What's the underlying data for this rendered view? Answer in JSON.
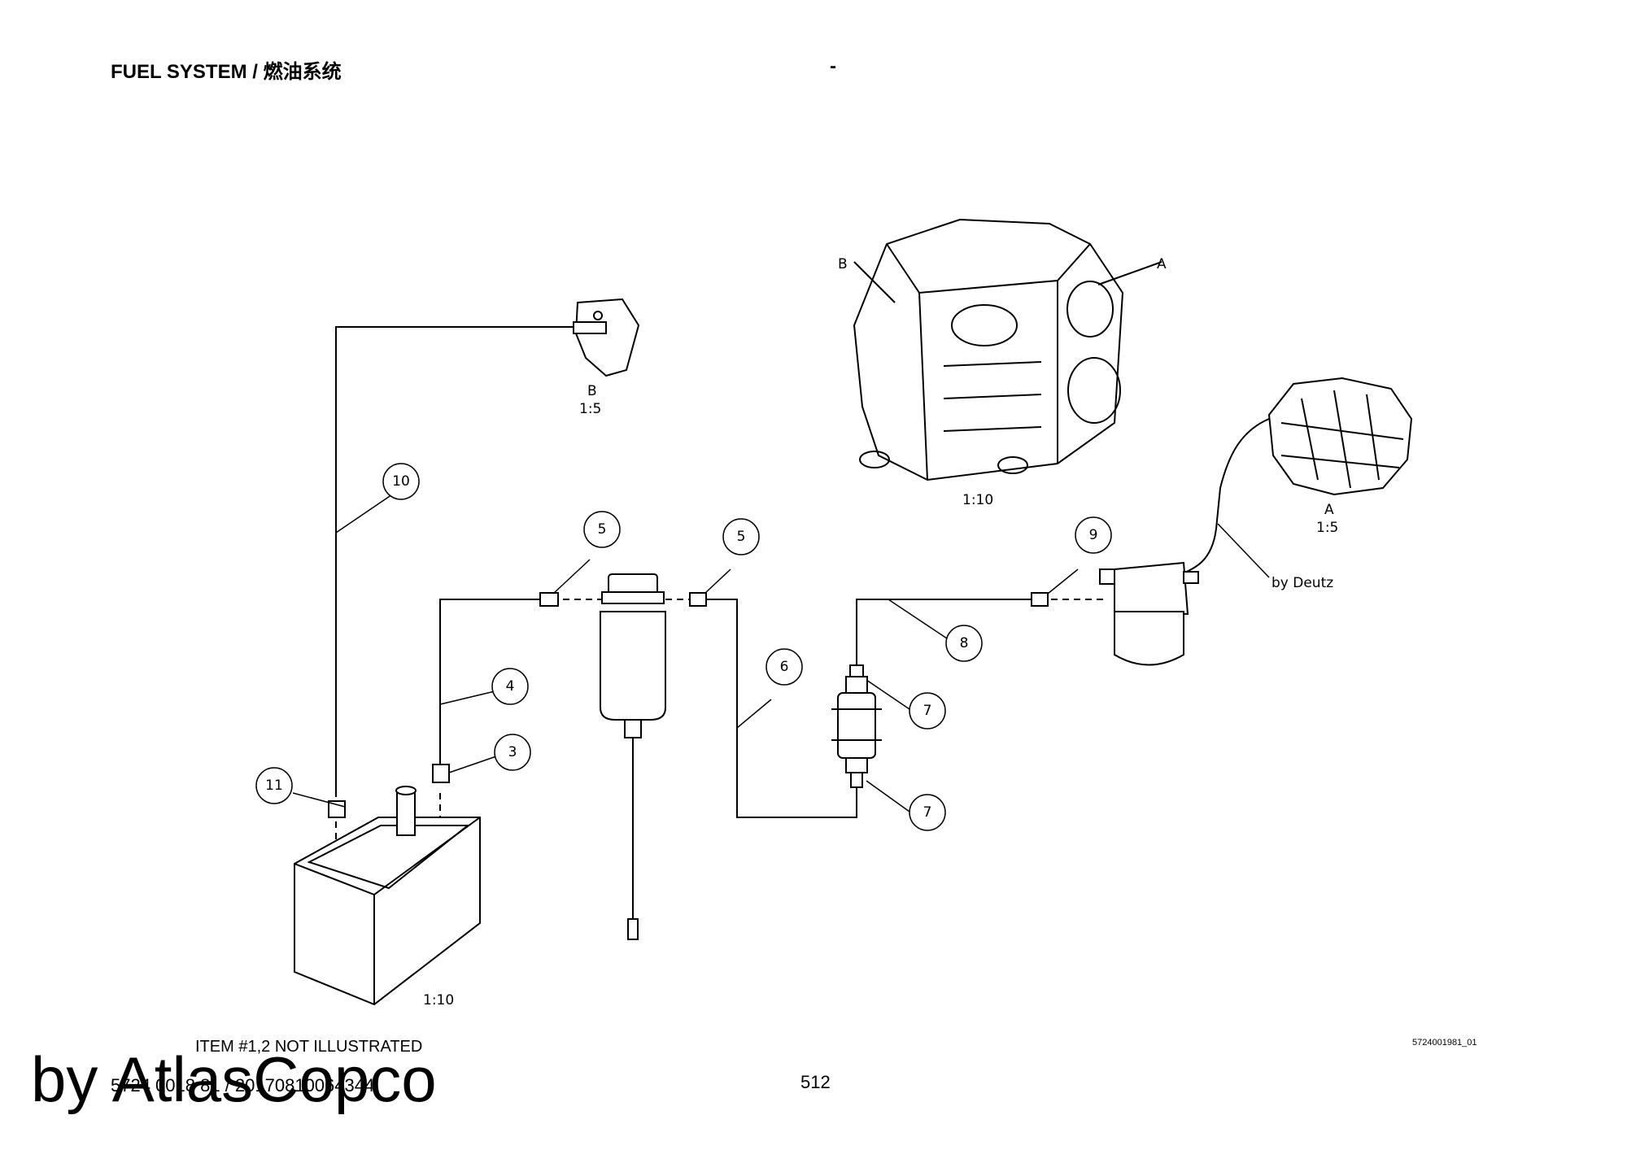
{
  "header": {
    "title": "FUEL SYSTEM / 燃油系统",
    "separator": "-"
  },
  "views": {
    "engine_scale": "1:10",
    "tank_scale": "1:10",
    "detail_b_label": "B",
    "detail_b_scale": "1:5",
    "detail_a_label": "A",
    "detail_a_scale": "1:5",
    "ref_a": "A",
    "ref_b": "B",
    "supplier_note": "by Deutz"
  },
  "callouts": [
    "10",
    "5",
    "5",
    "4",
    "3",
    "11",
    "6",
    "7",
    "7",
    "8",
    "9"
  ],
  "footer": {
    "note": "ITEM #1,2 NOT ILLUSTRATED",
    "doc_id": "5724 0018 81 / 20170810064344",
    "page_number": "512",
    "drawing_number": "5724001981_01"
  },
  "watermark": "by AtlasCopco"
}
